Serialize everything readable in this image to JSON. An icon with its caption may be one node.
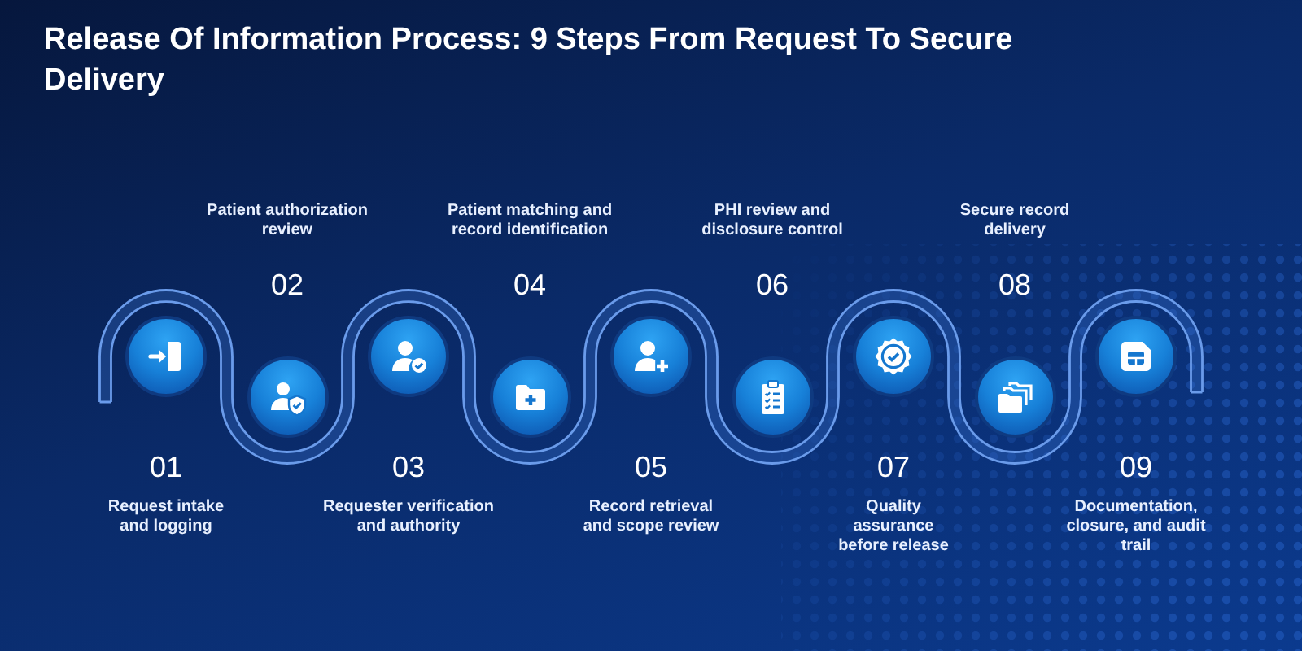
{
  "diagram": {
    "title": "Release Of Information Process: 9 Steps From Request To Secure Delivery",
    "nodes": [
      {
        "text": [],
        "shape": "circle",
        "beside": [
          "01",
          "Request intake and logging"
        ]
      },
      {
        "text": [],
        "shape": "circle",
        "beside": [
          "Patient authorization review",
          "02"
        ]
      },
      {
        "text": [],
        "shape": "circle",
        "beside": [
          "03",
          "Requester verification and authority"
        ]
      },
      {
        "text": [],
        "shape": "circle",
        "beside": [
          "Patient matching and record identification",
          "04"
        ]
      },
      {
        "text": [],
        "shape": "circle",
        "beside": [
          "05",
          "Record retrieval and scope review"
        ]
      },
      {
        "text": [],
        "shape": "circle",
        "beside": [
          "PHI review and disclosure control",
          "06"
        ]
      },
      {
        "text": [],
        "shape": "circle",
        "beside": [
          "07",
          "Quality assurance before release"
        ]
      },
      {
        "text": [],
        "shape": "circle",
        "beside": [
          "Secure record delivery",
          "08"
        ]
      },
      {
        "text": [],
        "shape": "circle",
        "beside": [
          "09",
          "Documentation, closure, and audit trail"
        ]
      }
    ]
  }
}
